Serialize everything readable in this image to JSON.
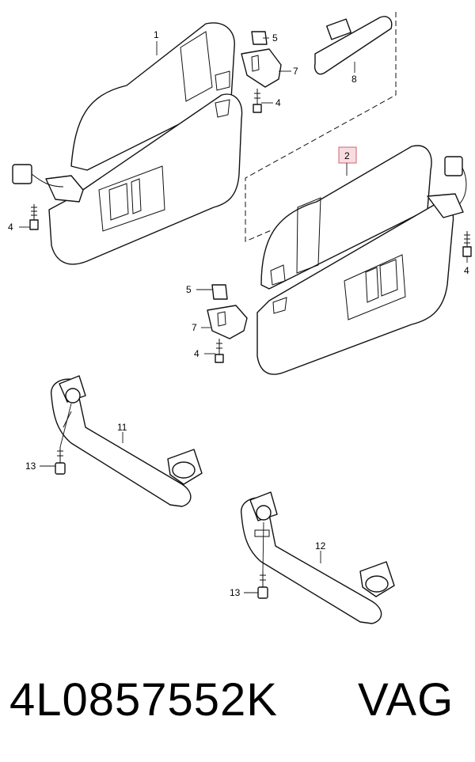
{
  "callouts": {
    "c1": "1",
    "c2": "2",
    "c4a": "4",
    "c4b": "4",
    "c4c": "4",
    "c4d": "4",
    "c5a": "5",
    "c5b": "5",
    "c7a": "7",
    "c7b": "7",
    "c8": "8",
    "c11": "11",
    "c12": "12",
    "c13a": "13",
    "c13b": "13"
  },
  "highlight_color": "#e8a0a8",
  "footer": {
    "part_number": "4L0857552K",
    "brand": "VAG"
  }
}
